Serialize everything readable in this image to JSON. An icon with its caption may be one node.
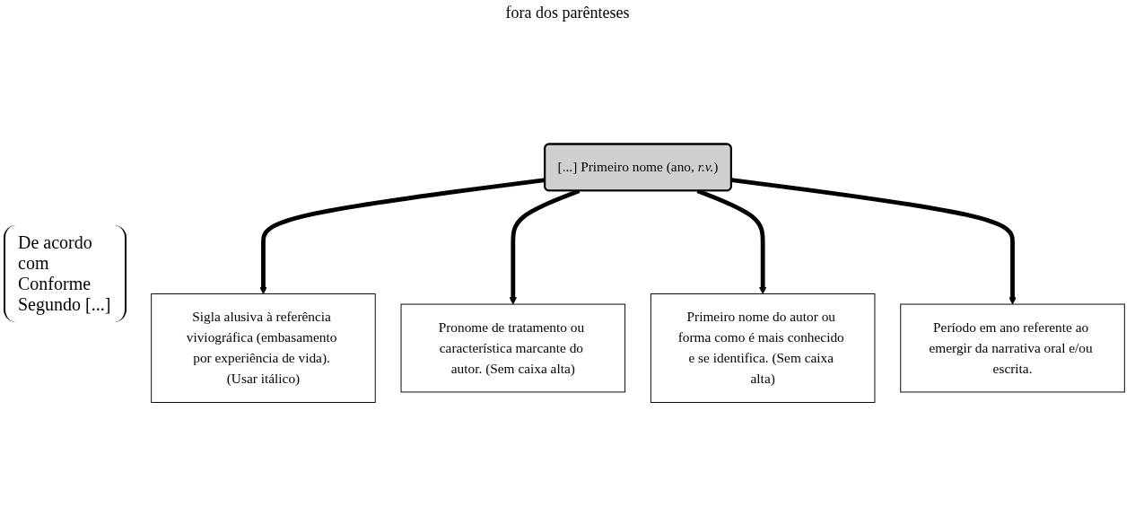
{
  "diagram": {
    "nodes": [
      {
        "text": [
          "[...] Primeiro nome (ano, *r.v.*)"
        ]
      },
      {
        "text": [
          "Sigla alusiva à referência viviográfica (embasamento por experiência de vida). (Usar itálico)"
        ]
      },
      {
        "text": [
          "Pronome de tratamento ou característica marcante do autor. (Sem caixa alta)"
        ]
      },
      {
        "text": [
          "Primeiro nome do autor ou forma como é mais conhecido e se identifica. (Sem caixa alta)"
        ]
      },
      {
        "text": [
          "Período em ano referente ao emergir da narrativa oral e/ou escrita."
        ]
      }
    ],
    "edges": [
      {
        "from": 0,
        "to": 1,
        "arrow": "to"
      },
      {
        "from": 0,
        "to": 2,
        "arrow": "to"
      },
      {
        "from": 0,
        "to": 3,
        "arrow": "to"
      },
      {
        "from": 0,
        "to": 4,
        "arrow": "to"
      }
    ],
    "labels": [
      "fora dos parênteses",
      "De acordo com Conforme Segundo [...]"
    ]
  }
}
